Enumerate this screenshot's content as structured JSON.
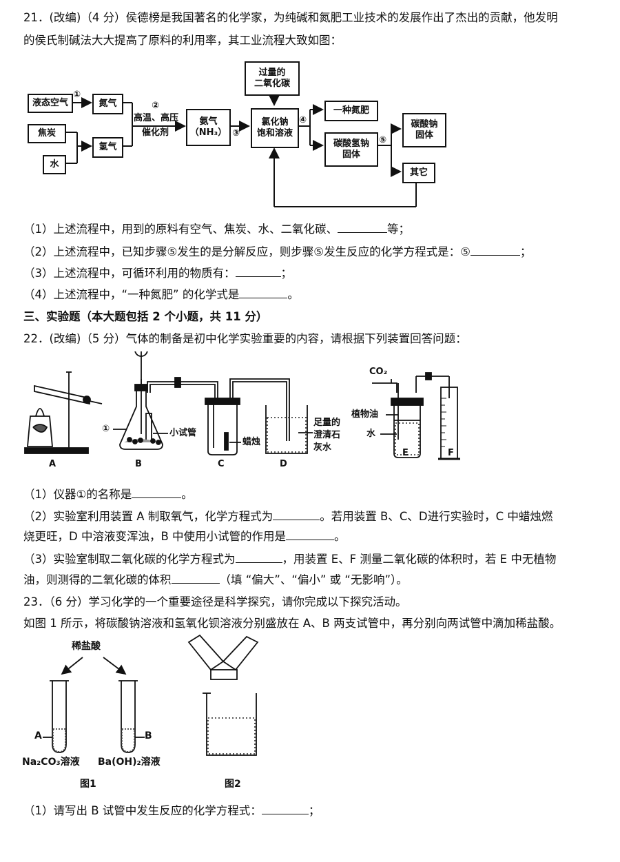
{
  "q21": {
    "line1": "21．(改编)（4 分）侯德榜是我国著名的化学家，为纯碱和氮肥工业技术的发展作出了杰出的贡献，他发明",
    "line2": "的侯氏制碱法大大提高了原料的利用率，其工业流程大致如图：",
    "flow": {
      "liquid_air": "液态空气",
      "coke": "焦炭",
      "water": "水",
      "nitrogen": "氮气",
      "hydrogen": "氢气",
      "ammonia_1": "氨气",
      "ammonia_2": "（NH₃）",
      "co2_1": "过量的",
      "co2_2": "二氧化碳",
      "nacl_1": "氯化钠",
      "nacl_2": "饱和溶液",
      "fertilizer": "一种氮肥",
      "nahco3_1": "碳酸氢钠",
      "nahco3_2": "固体",
      "na2co3_1": "碳酸钠",
      "na2co3_2": "固体",
      "other": "其它",
      "cond_1": "高温、高压",
      "cond_2": "催化剂",
      "step1": "①",
      "step2": "②",
      "step3": "③",
      "step4": "④",
      "step5": "⑤"
    },
    "sub1_pre": "（1）上述流程中，用到的原料有空气、焦炭、水、二氧化碳、",
    "sub1_post": "等；",
    "sub2_pre": "（2）上述流程中，已知步骤⑤发生的是分解反应，则步骤⑤发生反应的化学方程式是：⑤",
    "sub2_post": "；",
    "sub3_pre": "（3）上述流程中，可循环利用的物质有：",
    "sub3_post": "；",
    "sub4_pre": "（4）上述流程中，“一种氮肥” 的化学式是",
    "sub4_post": "。"
  },
  "section3": "三、实验题（本大题包括 2 个小题，共 11 分）",
  "q22": {
    "stem": "22．(改编)（5 分）气体的制备是初中化学实验重要的内容，请根据下列装置回答问题：",
    "fig": {
      "A": "A",
      "B": "B",
      "C": "C",
      "D": "D",
      "E": "E",
      "F": "F",
      "circle1": "①",
      "small_tube": "小试管",
      "candle": "蜡烛",
      "limewater_1": "足量的",
      "limewater_2": "澄清石",
      "limewater_3": "灰水",
      "co2": "CO₂",
      "oil": "植物油",
      "water": "水"
    },
    "sub1_pre": "（1）仪器①的名称是",
    "sub1_post": "。",
    "sub2_a_pre": "（2）实验室利用装置 A 制取氧气，化学方程式为",
    "sub2_a_post": "。若用装置 B、C、D进行实验时，C 中蜡烛燃",
    "sub2_b_pre": "烧更旺，D 中溶液变浑浊，B 中使用小试管的作用是",
    "sub2_b_post": "。",
    "sub3_a_pre": "（3）实验室制取二氧化碳的化学方程式为",
    "sub3_a_post": "，用装置 E、F 测量二氧化碳的体积时，若 E 中无植物",
    "sub3_b_pre": "油，则测得的二氧化碳的体积",
    "sub3_b_post": "（填 “偏大”、“偏小” 或 “无影响”）。"
  },
  "q23": {
    "stem": "23．（6 分）学习化学的一个重要途径是科学探究，请你完成以下探究活动。",
    "line2": "如图 1 所示，将碳酸钠溶液和氢氧化钡溶液分别盛放在 A、B 两支试管中，再分别向两试管中滴加稀盐酸。",
    "fig": {
      "acid": "稀盐酸",
      "A": "A",
      "B": "B",
      "na2co3": "Na₂CO₃溶液",
      "baoh2": "Ba(OH)₂溶液",
      "fig1": "图1",
      "fig2": "图2"
    },
    "sub1_pre": "（1）请写出 B 试管中发生反应的化学方程式：",
    "sub1_post": "；"
  }
}
